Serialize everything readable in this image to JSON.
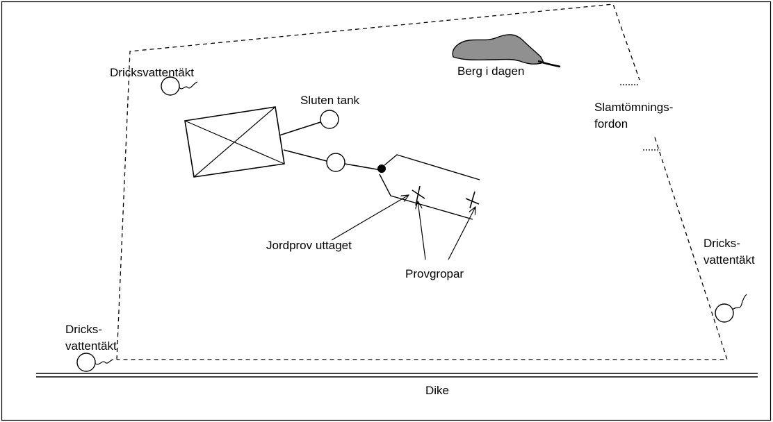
{
  "labels": {
    "dricksvattentakt_top_left": "Dricksvattentäkt",
    "berg_i_dagen": "Berg i dagen",
    "sluten_tank": "Sluten tank",
    "slamtomnings_line1": "Slamtömnings-",
    "slamtomnings_line2": "fordon",
    "jordprov_uttaget": "Jordprov uttaget",
    "provgropar": "Provgropar",
    "dricks_right_line1": "Dricks-",
    "dricks_right_line2": "vattentäkt",
    "dricks_left_line1": "Dricks-",
    "dricks_left_line2": "vattentäkt",
    "dike": "Dike"
  }
}
